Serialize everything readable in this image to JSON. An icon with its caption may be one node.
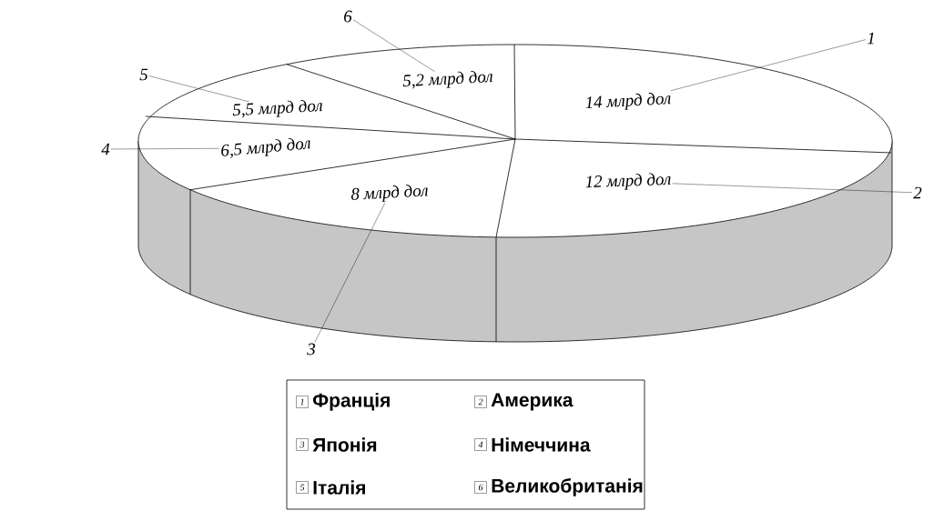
{
  "diagram": {
    "nodes": [
      {
        "text": [
          "14 млрд дол"
        ]
      },
      {
        "text": [
          "12 млрд дол"
        ]
      },
      {
        "text": [
          "8 млрд дол"
        ]
      },
      {
        "text": [
          "6,5 млрд дол"
        ]
      },
      {
        "text": [
          "5,5 млрд дол"
        ]
      },
      {
        "text": [
          "5,2 млрд дол"
        ]
      },
      {
        "text": [
          "1"
        ]
      },
      {
        "text": [
          "2"
        ]
      },
      {
        "text": [
          "3"
        ]
      },
      {
        "text": [
          "4"
        ]
      },
      {
        "text": [
          "5"
        ]
      },
      {
        "text": [
          "6"
        ]
      }
    ],
    "edges": [
      {
        "from": 6,
        "to": 0,
        "arrow": "none"
      },
      {
        "from": 7,
        "to": 1,
        "arrow": "none"
      },
      {
        "from": 8,
        "to": 2,
        "arrow": "none"
      },
      {
        "from": 9,
        "to": 3,
        "arrow": "none"
      },
      {
        "from": 10,
        "to": 4,
        "arrow": "none"
      },
      {
        "from": 11,
        "to": 5,
        "arrow": "none"
      }
    ],
    "labels": [
      "1",
      "2",
      "3",
      "4",
      "5",
      "6"
    ],
    "legend": [
      {
        "text": "Франція"
      },
      {
        "text": "Америка"
      },
      {
        "text": "Японія"
      },
      {
        "text": "Німеччина"
      },
      {
        "text": "Італія"
      },
      {
        "text": "Великобританія"
      }
    ]
  }
}
